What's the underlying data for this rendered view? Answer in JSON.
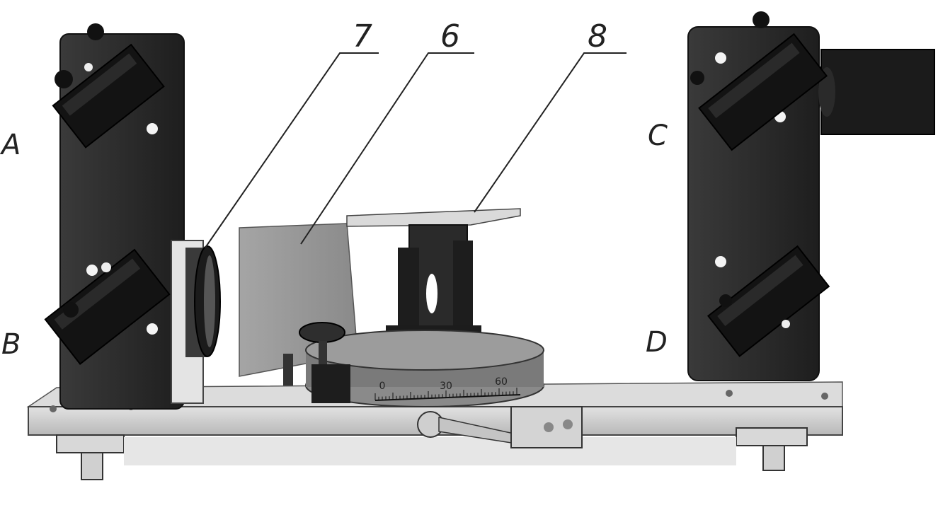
{
  "labels": {
    "A": "A",
    "B": "B",
    "C": "C",
    "D": "D",
    "n6": "6",
    "n7": "7",
    "n8": "8"
  },
  "dial": {
    "tick_0": "0",
    "tick_30": "30",
    "tick_60": "60"
  },
  "colors": {
    "metal_dark": "#2b2b2b",
    "mount_black": "#141414",
    "baseplate": "#cfcfcf",
    "screen": "#9a9a9a",
    "background": "#ffffff"
  }
}
